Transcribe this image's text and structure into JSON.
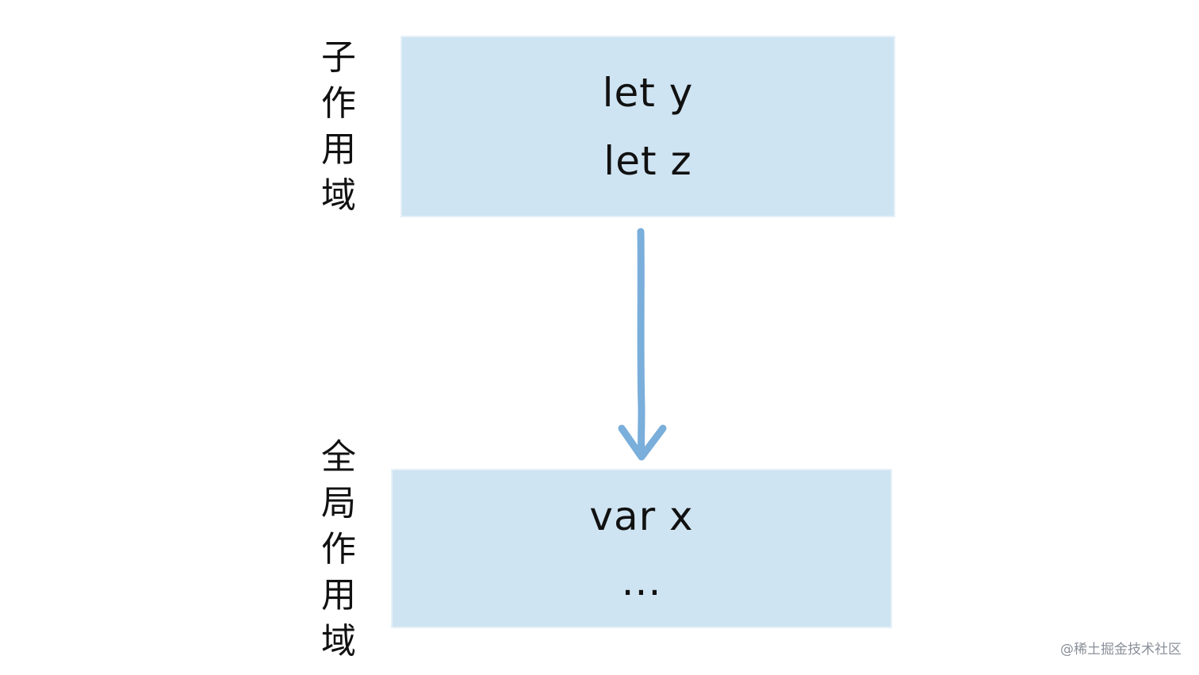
{
  "labels": {
    "child_scope": [
      "子",
      "作",
      "用",
      "域"
    ],
    "global_scope": [
      "全",
      "局",
      "作",
      "用",
      "域"
    ]
  },
  "boxes": {
    "child": {
      "lines": [
        "let y",
        "let z"
      ]
    },
    "global": {
      "lines": [
        "var x",
        "..."
      ]
    }
  },
  "watermark": "@稀土掘金技术社区",
  "colors": {
    "box_fill": "#cfe4f2",
    "arrow": "#7aaedb",
    "text": "#111111"
  }
}
